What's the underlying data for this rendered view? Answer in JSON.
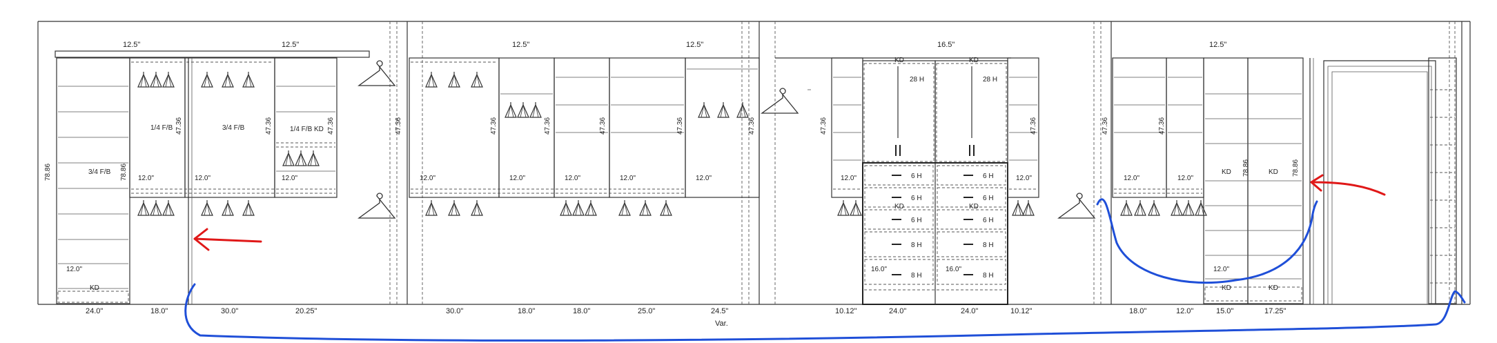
{
  "depth_labels": [
    "12.5\"",
    "12.5\"",
    "12.5\"",
    "12.5\"",
    "16.5\"",
    "12.5\""
  ],
  "height_labels": {
    "overall": "78.86",
    "overall_right_1": "78.86",
    "overall_right_2": "78.86",
    "overall_mid": "78.86",
    "upper": "47.36"
  },
  "fraction_labels": [
    "1/4 F/B",
    "3/4 F/B",
    "1/4 F/B KD",
    "3/4 F/B"
  ],
  "shelf_depth_labels": [
    "12.0\"",
    "12.0\"",
    "12.0\"",
    "12.0\"",
    "12.0\"",
    "12.0\"",
    "12.0\"",
    "12.0\"",
    "12.0\"",
    "12.0\"",
    "12.0\"",
    "12.0\"",
    "12.0\"",
    "12.0\"",
    "16.0\"",
    "16.0\""
  ],
  "kd_label": "KD",
  "drawer_labels": [
    "6 H",
    "6 H",
    "6 H",
    "6 H",
    "6 H",
    "6 H",
    "8 H",
    "8 H",
    "8 H",
    "8 H"
  ],
  "door_labels": [
    "28 H",
    "28 H"
  ],
  "width_labels": [
    "24.0\"",
    "18.0\"",
    "30.0\"",
    "20.25\"",
    "30.0\"",
    "18.0\"",
    "18.0\"",
    "25.0\"",
    "24.5\"",
    "10.12\"",
    "24.0\"",
    "24.0\"",
    "10.12\"",
    "18.0\"",
    "12.0\"",
    "15.0\"",
    "17.25\""
  ],
  "overall_width_label": "Var.",
  "annotation_colors": {
    "blue": "#1f4fd8",
    "red": "#e01818"
  }
}
